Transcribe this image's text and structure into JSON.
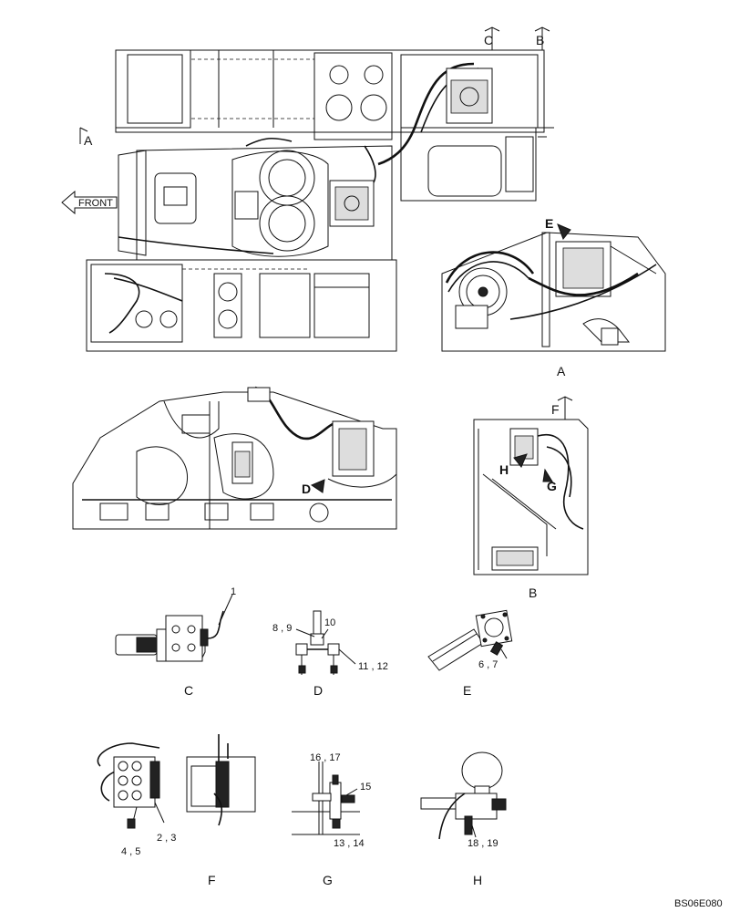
{
  "labels": {
    "front": "FRONT",
    "section_a_top": "A",
    "section_c_top": "C",
    "section_b_top": "B",
    "section_f_top": "F",
    "arrow_e": "E",
    "arrow_d": "D",
    "arrow_h": "H",
    "arrow_g": "G"
  },
  "views": {
    "a": "A",
    "b": "B",
    "c": "C",
    "d": "D",
    "e": "E",
    "f": "F",
    "g": "G",
    "h": "H"
  },
  "parts": {
    "p1": "1",
    "p8_9": "8 , 9",
    "p10": "10",
    "p11_12": "11 , 12",
    "p6_7": "6 , 7",
    "p2_3": "2 , 3",
    "p4_5": "4 , 5",
    "p16_17": "16 , 17",
    "p15": "15",
    "p13_14": "13 , 14",
    "p18_19": "18 , 19"
  },
  "drawing_code": "BS06E080"
}
